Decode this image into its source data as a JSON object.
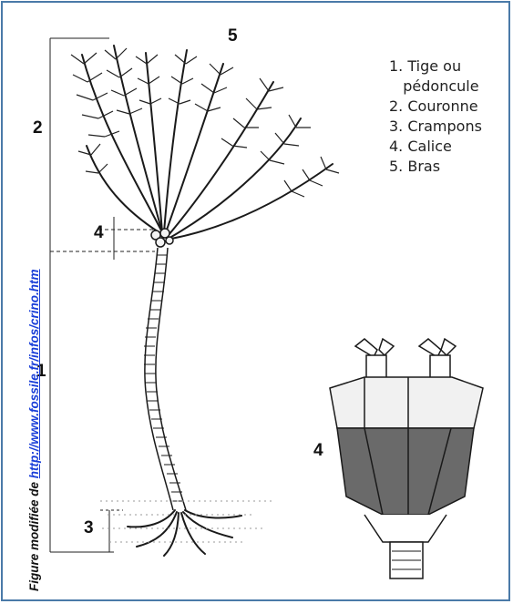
{
  "labels": {
    "arms": "5",
    "crown": "2",
    "calyx": "4",
    "stem": "1",
    "holdfast": "3",
    "calyx_detail": "4"
  },
  "legend": [
    "1. Tige ou",
    "   pédoncule",
    "2. Couronne",
    "3. Crampons",
    "4. Calice",
    "5. Bras"
  ],
  "caption": {
    "prefix": "Figure modifiée de ",
    "link": "http://www.fossile.fr/infos/crino.htm"
  },
  "colors": {
    "frame": "#4a7aa8",
    "link": "#1a3fd8"
  }
}
